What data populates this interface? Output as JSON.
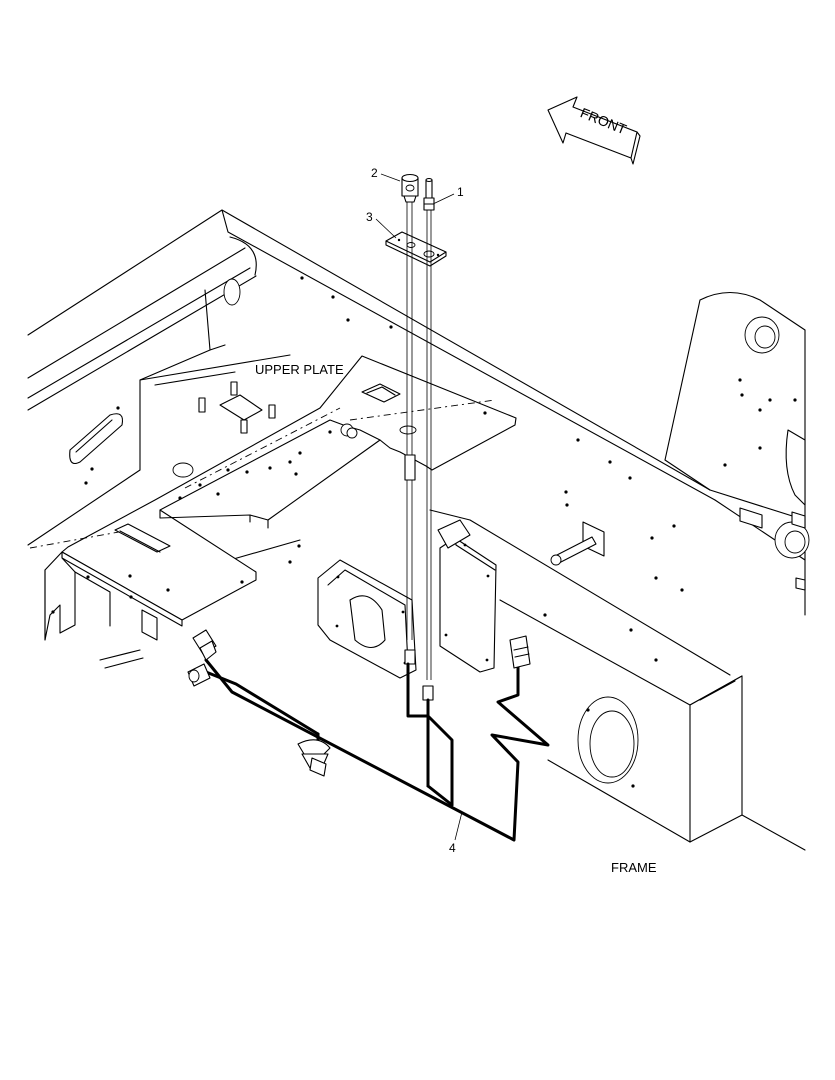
{
  "labels": {
    "front": "FRONT",
    "upper_plate": "UPPER PLATE",
    "frame": "FRAME"
  },
  "callouts": {
    "c1": "1",
    "c2": "2",
    "c3": "3",
    "c4": "4"
  }
}
